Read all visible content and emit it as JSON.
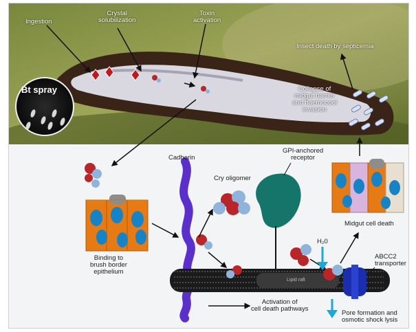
{
  "photo": {
    "bt_spray": "Bt spray",
    "ingestion": "Ingestion",
    "crystal_solubilization": "Crystal\nsolubilization",
    "toxin_activation": "Toxin\nactivation",
    "insect_death": "Insect death by septicemia",
    "collapse": "Collapse of\nmidgut barrier\nand haemocoel\ninvasion"
  },
  "schematic": {
    "cadherin": "Cadherin",
    "cry_oligomer": "Cry oligomer",
    "gpi_receptor": "GPI-anchored\nreceptor",
    "midgut_cell_death": "Midgut cell death",
    "binding": "Binding to\nbrush border\nepithelium",
    "h2o": "H₂0",
    "abcc2": "ABCC2\ntransporter",
    "activation_pathways": "Activation of\ncell death pathways",
    "pore_formation": "Pore formation and\nosmotic shock lysis",
    "lipid_raft": "Lipid raft"
  },
  "colors": {
    "cadherin": "#5b2fc9",
    "gpi_receptor": "#16756a",
    "abcc2": "#1a2fb0",
    "water_arrow": "#1aa9d8",
    "toxin_red": "#b8262a",
    "toxin_blue": "#8fb4dc"
  }
}
